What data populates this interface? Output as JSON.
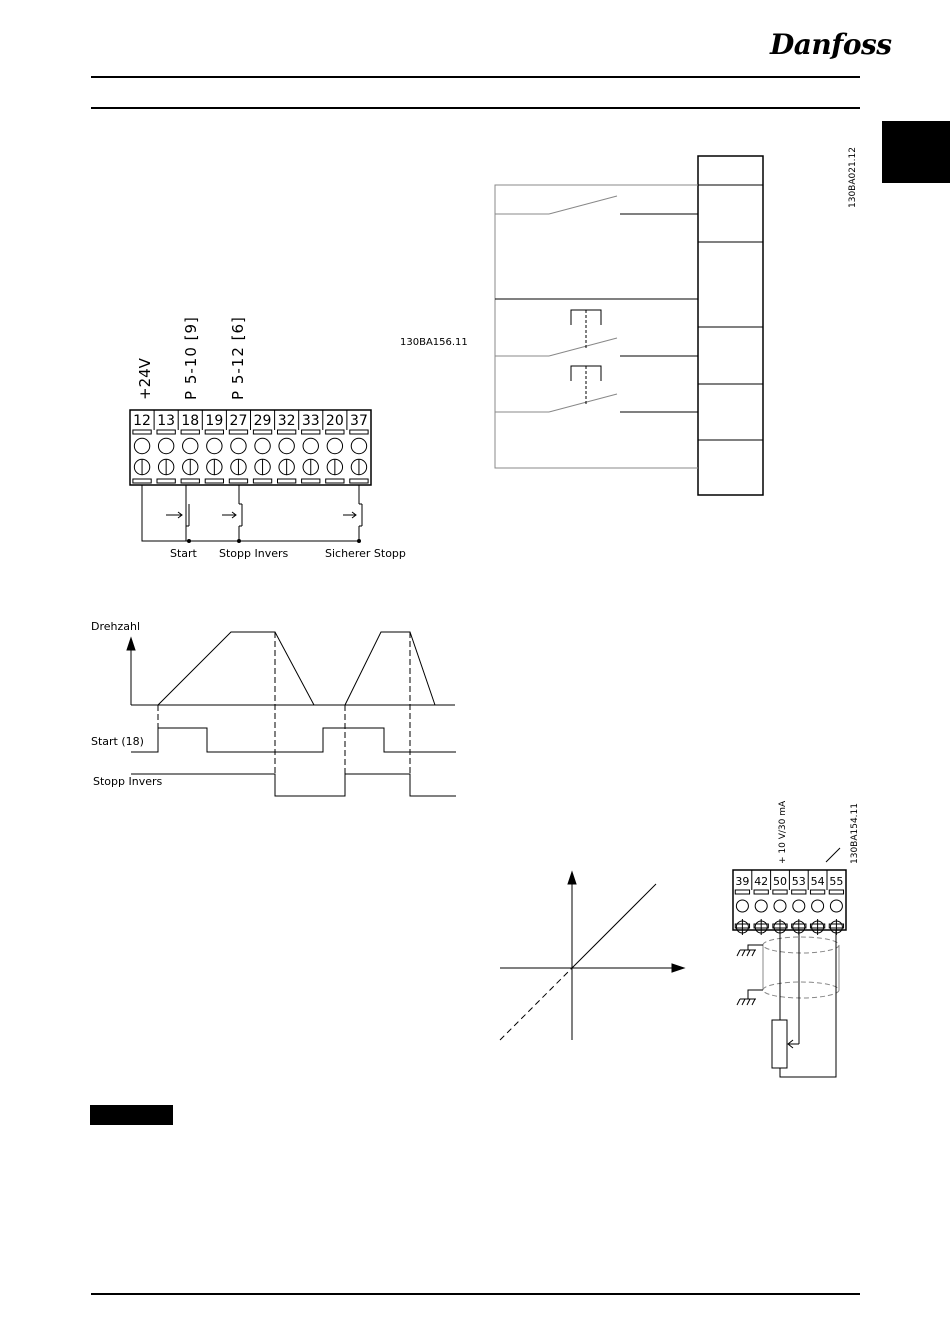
{
  "header": {
    "logo": "Danfoss"
  },
  "diagram1": {
    "id": "130BA156.11",
    "top_labels": [
      "+24V",
      "P 5-10 [9]",
      "P 5-12 [6]"
    ],
    "terminals": [
      "12",
      "13",
      "18",
      "19",
      "27",
      "29",
      "32",
      "33",
      "20",
      "37"
    ],
    "switch_labels": [
      "Start",
      "Stopp Invers",
      "Sicherer Stopp"
    ]
  },
  "timing": {
    "signals": [
      "Drehzahl",
      "Start (18)",
      "Stopp Invers"
    ]
  },
  "diagram2": {
    "id": "130BA021.12"
  },
  "diagram3": {
    "id": "130BA154.11",
    "supply_label": "+ 10 V/30 mA",
    "terminals": [
      "39",
      "42",
      "50",
      "53",
      "54",
      "55"
    ]
  }
}
